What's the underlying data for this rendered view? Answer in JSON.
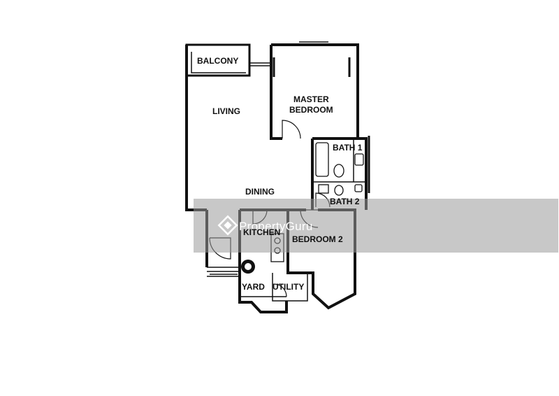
{
  "rooms": {
    "balcony": "BALCONY",
    "living": "LIVING",
    "master_line1": "MASTER",
    "master_line2": "BEDROOM",
    "bath1": "BATH 1",
    "dining": "DINING",
    "bath2": "BATH 2",
    "kitchen": "KITCHEN",
    "bedroom2": "BEDROOM 2",
    "yard": "YARD",
    "utility": "UTILITY"
  },
  "watermark": {
    "logo_icon": "propertyguru-diamond-icon"
  },
  "colors": {
    "walls": "#111111",
    "watermark_band": "#9a9a9a",
    "background": "#ffffff"
  }
}
